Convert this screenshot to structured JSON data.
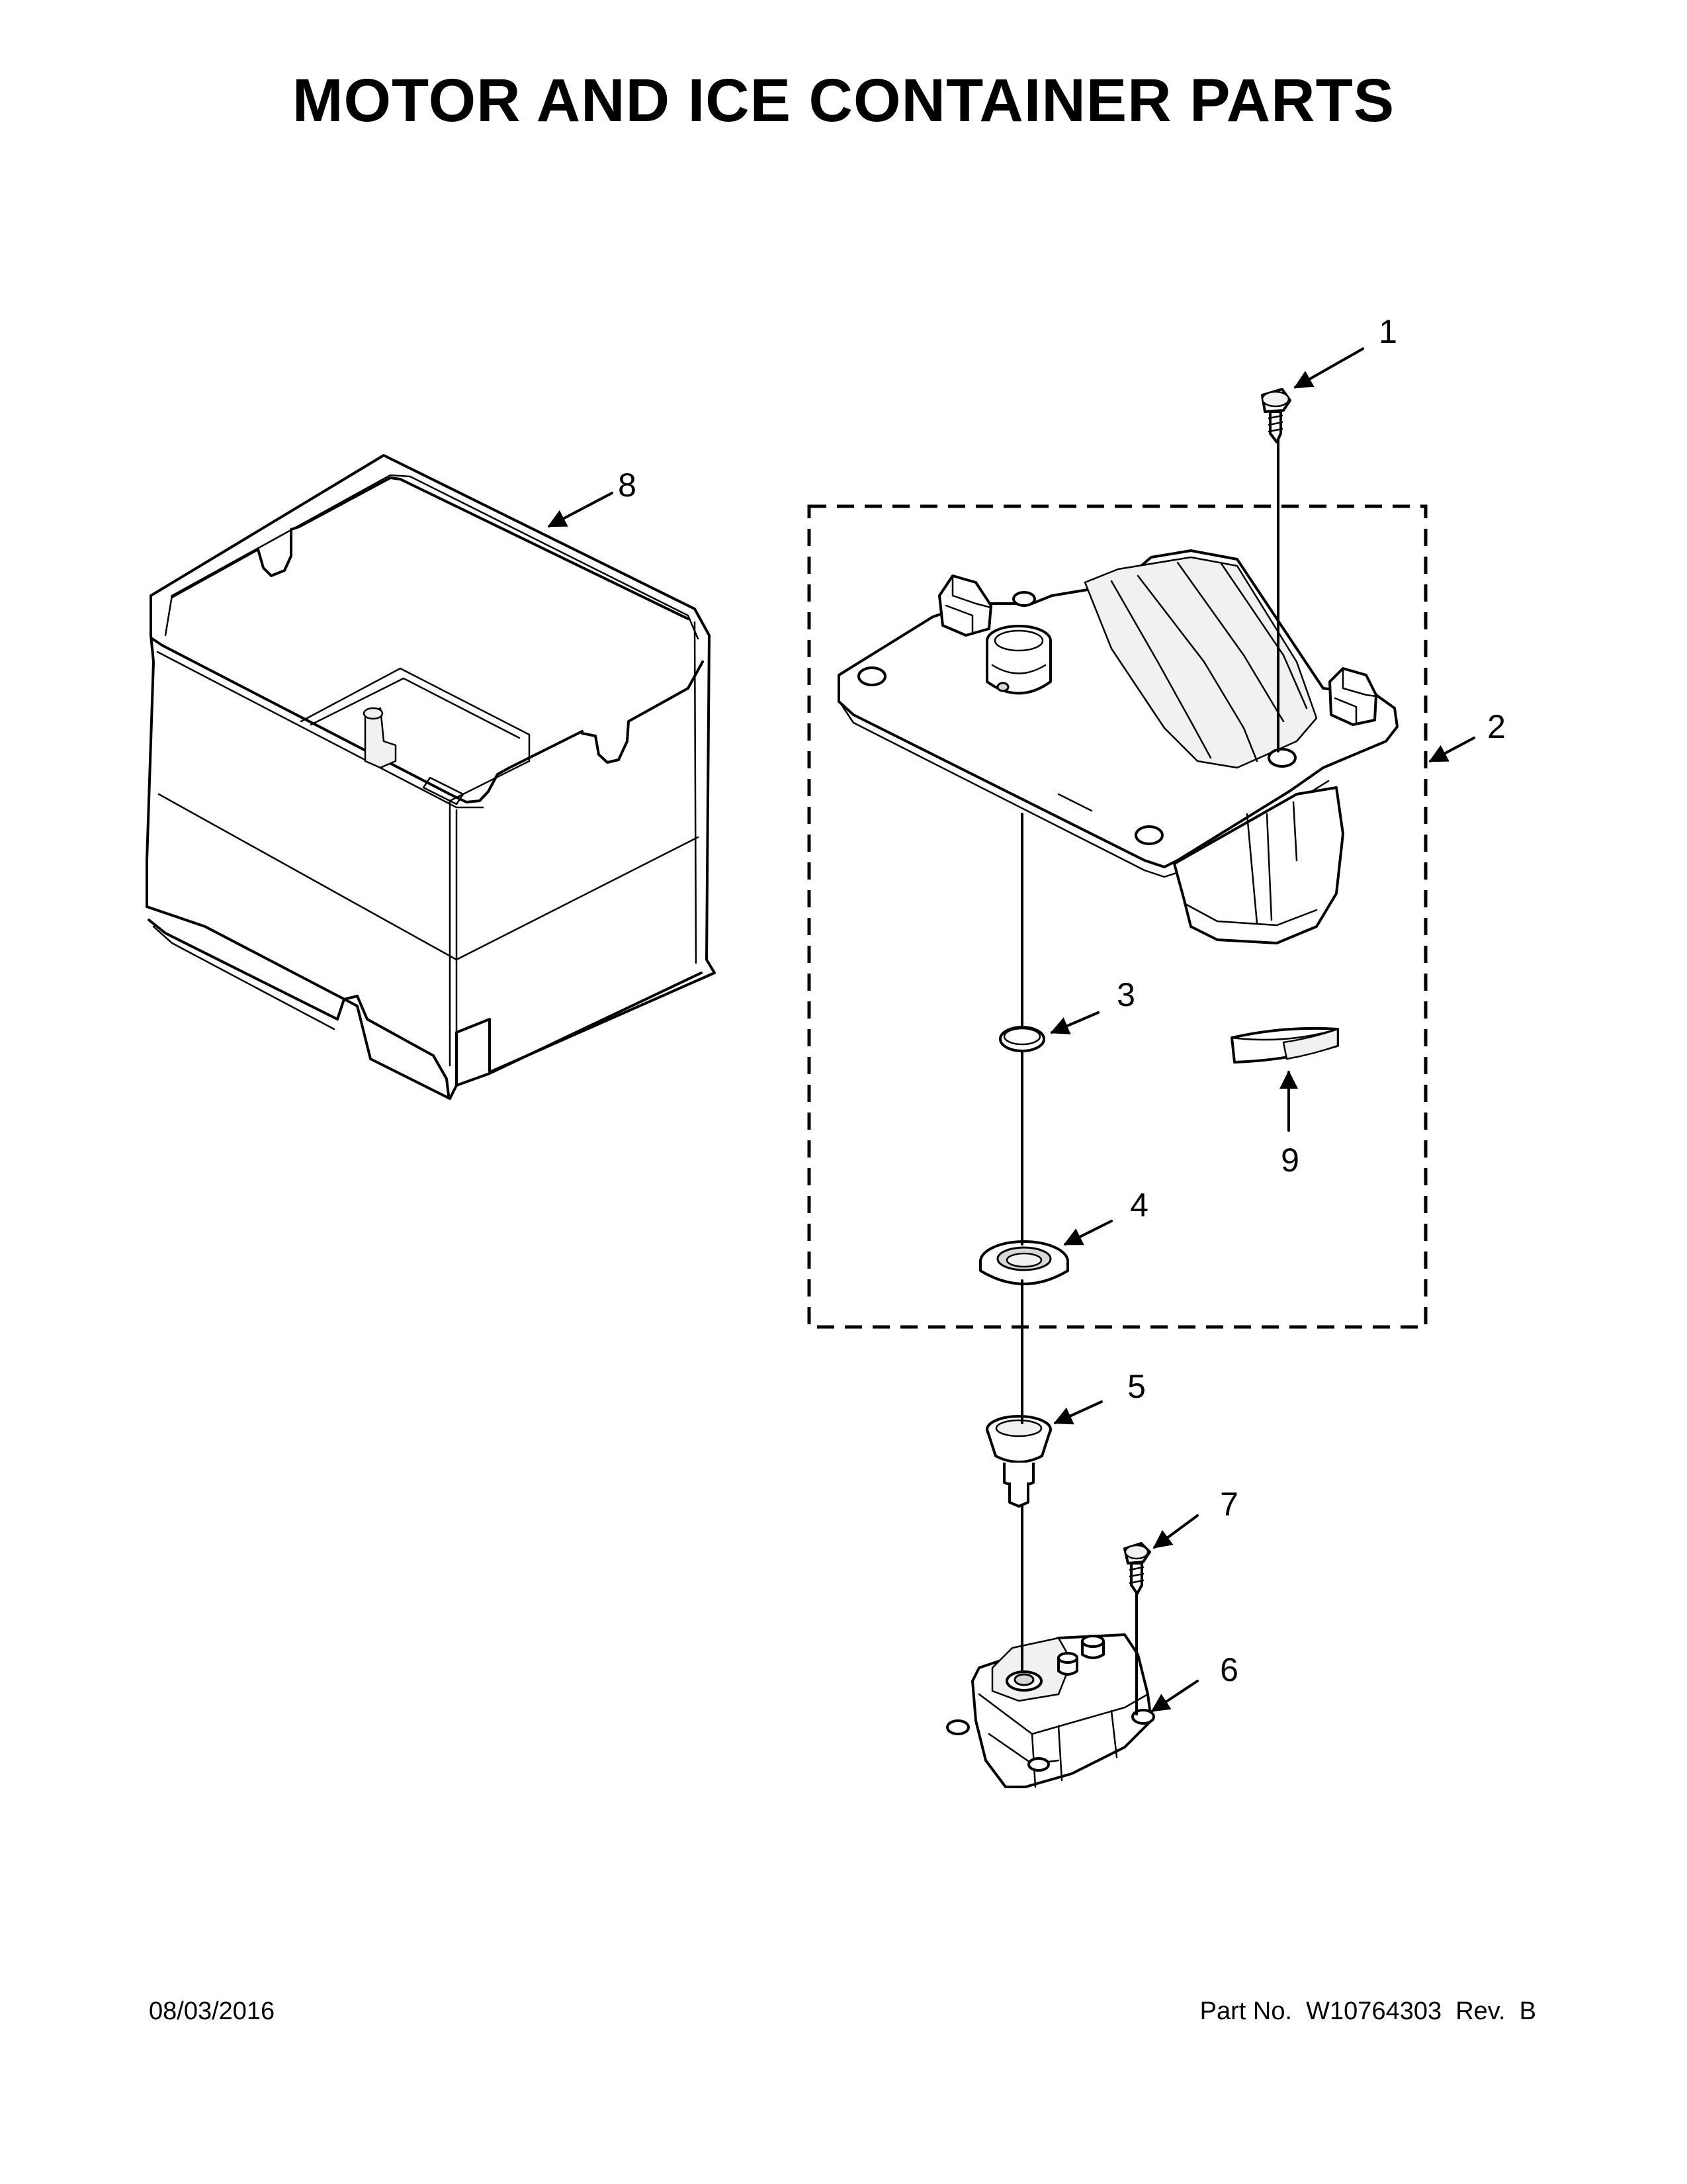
{
  "title": "MOTOR AND ICE CONTAINER PARTS",
  "footer": {
    "date": "08/03/2016",
    "part_number": "Part No.  W10764303  Rev.  B"
  },
  "callouts": [
    {
      "id": "1",
      "label": "1"
    },
    {
      "id": "2",
      "label": "2"
    },
    {
      "id": "3",
      "label": "3"
    },
    {
      "id": "4",
      "label": "4"
    },
    {
      "id": "5",
      "label": "5"
    },
    {
      "id": "6",
      "label": "6"
    },
    {
      "id": "7",
      "label": "7"
    },
    {
      "id": "8",
      "label": "8"
    },
    {
      "id": "9",
      "label": "9"
    }
  ]
}
